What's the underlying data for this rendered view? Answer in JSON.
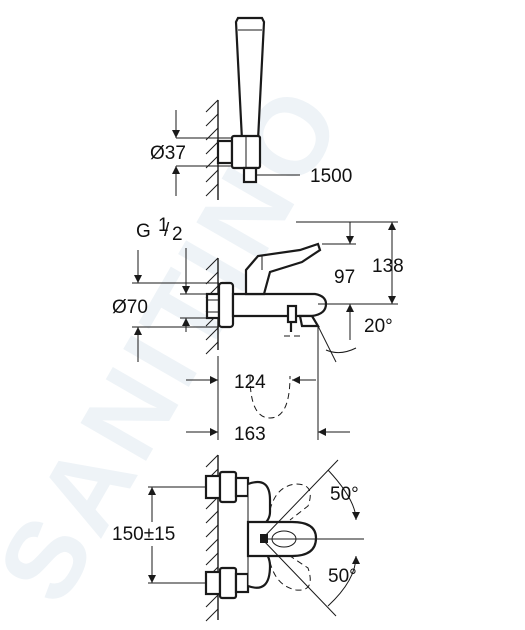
{
  "watermark": "SANITINO",
  "dimensions": {
    "dia_holder": "Ø37",
    "hose_length": "1500",
    "thread_g": "G",
    "thread_frac_num": "1",
    "thread_frac_den": "2",
    "dia_escutcheon": "Ø70",
    "height_spout": "97",
    "height_total": "138",
    "angle_spout": "20°",
    "projection_spout": "124",
    "projection_total": "163",
    "centres": "150±15",
    "angle_lever_up": "50°",
    "angle_lever_down": "50°"
  }
}
